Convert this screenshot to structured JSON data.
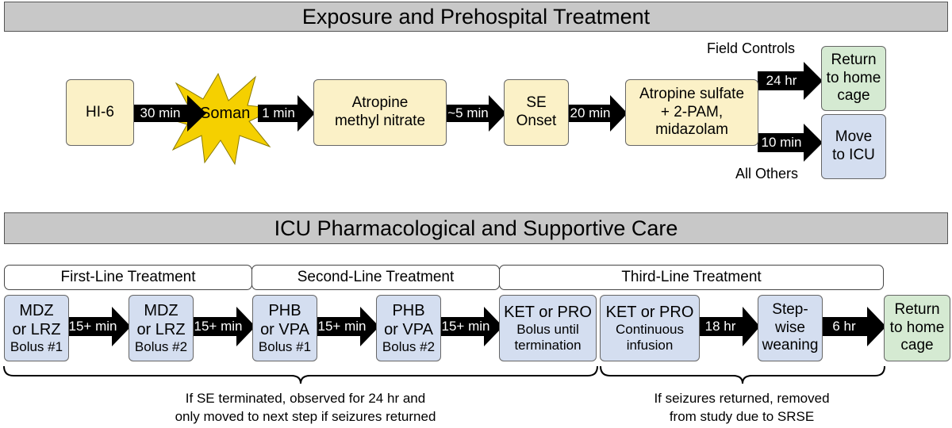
{
  "banners": {
    "top": "Exposure and Prehospital Treatment",
    "bottom": "ICU Pharmacological and Supportive Care"
  },
  "top_flow": {
    "hi6": "HI-6",
    "arrow_30": "30 min",
    "soman": "Soman",
    "arrow_1": "1 min",
    "atropine_mn": [
      "Atropine",
      "methyl nitrate"
    ],
    "arrow_5": "~5 min",
    "se_onset": [
      "SE",
      "Onset"
    ],
    "arrow_20": "20 min",
    "atropine_sulfate": [
      "Atropine sulfate",
      "+ 2-PAM,",
      "midazolam"
    ],
    "field_controls": "Field Controls",
    "arrow_24": "24 hr",
    "return_home": [
      "Return",
      "to home",
      "cage"
    ],
    "arrow_10": "10 min",
    "move_icu": [
      "Move",
      "to ICU"
    ],
    "all_others": "All Others"
  },
  "treatment_lines": {
    "first": "First-Line Treatment",
    "second": "Second-Line Treatment",
    "third": "Third-Line Treatment"
  },
  "bottom_flow": {
    "mdz1": [
      "MDZ",
      "or LRZ",
      "Bolus #1"
    ],
    "arrow_a": "15+ min",
    "mdz2": [
      "MDZ",
      "or LRZ",
      "Bolus #2"
    ],
    "arrow_b": "15+ min",
    "phb1": [
      "PHB",
      "or VPA",
      "Bolus #1"
    ],
    "arrow_c": "15+ min",
    "phb2": [
      "PHB",
      "or VPA",
      "Bolus #2"
    ],
    "arrow_d": "15+ min",
    "ket_bolus": [
      "KET or PRO",
      "Bolus until",
      "termination"
    ],
    "ket_infusion": [
      "KET or PRO",
      "Continuous",
      "infusion"
    ],
    "arrow_18": "18 hr",
    "weaning": [
      "Step-",
      "wise",
      "weaning"
    ],
    "arrow_6": "6 hr",
    "return_home": [
      "Return",
      "to home",
      "cage"
    ]
  },
  "notes": {
    "left": [
      "If SE terminated, observed for 24 hr and",
      "only moved to next step if seizures returned"
    ],
    "right": [
      "If seizures returned, removed",
      "from study due to SRSE"
    ]
  },
  "colors": {
    "yellow_box": "#fbf1c7",
    "blue_box": "#d4def0",
    "green_box": "#d5ead2",
    "banner": "#c8c8c8",
    "starburst": "#f5d000",
    "arrow": "#000000"
  }
}
